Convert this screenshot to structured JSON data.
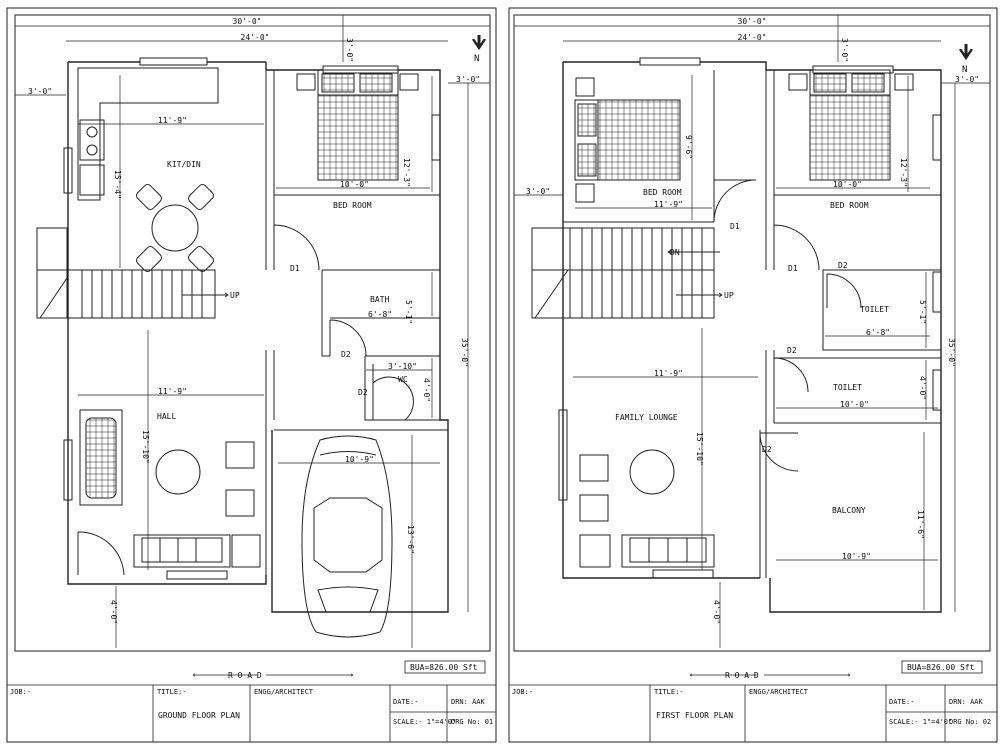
{
  "sheets": [
    {
      "title_heading": "TITLE:-",
      "title": "GROUND FLOOR PLAN",
      "job": "JOB:-",
      "engg": "ENGG/ARCHITECT",
      "date": "DATE:-",
      "drn": "DRN: AAK",
      "scale": "SCALE:- 1\"=4'0\"",
      "drg": "DRG No: 01",
      "bua": "BUA=826.00 Sft",
      "road": "R O A D",
      "north": "N",
      "dims": {
        "overall_w": "30'-0\"",
        "inner_w": "24'-0\"",
        "top_setback": "3'-0\"",
        "left_setback": "3'-0\"",
        "right_setback": "3'-0\"",
        "depth": "35'-0\"",
        "front_setback": "4'-0\"",
        "kit_w": "11'-9\"",
        "kit_h": "15'-4\"",
        "bed_w": "10'-0\"",
        "bed_h": "12'-3\"",
        "bath_w": "6'-8\"",
        "bath_h": "5'-1\"",
        "wc_w": "3'-10\"",
        "wc_h": "4'-0\"",
        "hall_w": "11'-9\"",
        "hall_h": "15'-10\"",
        "car_w": "10'-9\"",
        "car_h": "13'-6\""
      },
      "rooms": {
        "kit": "KIT/DIN",
        "bed": "BED ROOM",
        "bath": "BATH",
        "wc": "WC",
        "hall": "HALL",
        "up": "UP",
        "d1": "D1",
        "d2a": "D2",
        "d2b": "D2"
      }
    },
    {
      "title_heading": "TITLE:-",
      "title": "FIRST FLOOR PLAN",
      "job": "JOB:-",
      "engg": "ENGG/ARCHITECT",
      "date": "DATE:-",
      "drn": "DRN: AAK",
      "scale": "SCALE:- 1\"=4'0\"",
      "drg": "DRG No: 02",
      "bua": "BUA=826.00 Sft",
      "road": "R O A D",
      "north": "N",
      "dims": {
        "overall_w": "30'-0\"",
        "inner_w": "24'-0\"",
        "top_setback": "3'-0\"",
        "left_setback": "3'-0\"",
        "right_setback": "3'-0\"",
        "depth": "35'-0\"",
        "front_setback": "4'-0\"",
        "bed1_w": "11'-9\"",
        "bed1_h": "9'-6\"",
        "bed2_w": "10'-0\"",
        "bed2_h": "12'-3\"",
        "toilet1_w": "6'-8\"",
        "toilet1_h": "5'-1\"",
        "toilet2_w": "10'-0\"",
        "toilet2_h": "4'-0\"",
        "lounge_w": "11'-9\"",
        "lounge_h": "15'-10\"",
        "balcony_w": "10'-9\"",
        "balcony_h": "11'-6\""
      },
      "rooms": {
        "bed1": "BED ROOM",
        "bed2": "BED ROOM",
        "toilet1": "TOILET",
        "toilet2": "TOILET",
        "lounge": "FAMILY LOUNGE",
        "balcony": "BALCONY",
        "up": "UP",
        "dn": "DN",
        "d1a": "D1",
        "d1b": "D1",
        "d2a": "D2",
        "d2b": "D2",
        "d2c": "D2"
      }
    }
  ]
}
